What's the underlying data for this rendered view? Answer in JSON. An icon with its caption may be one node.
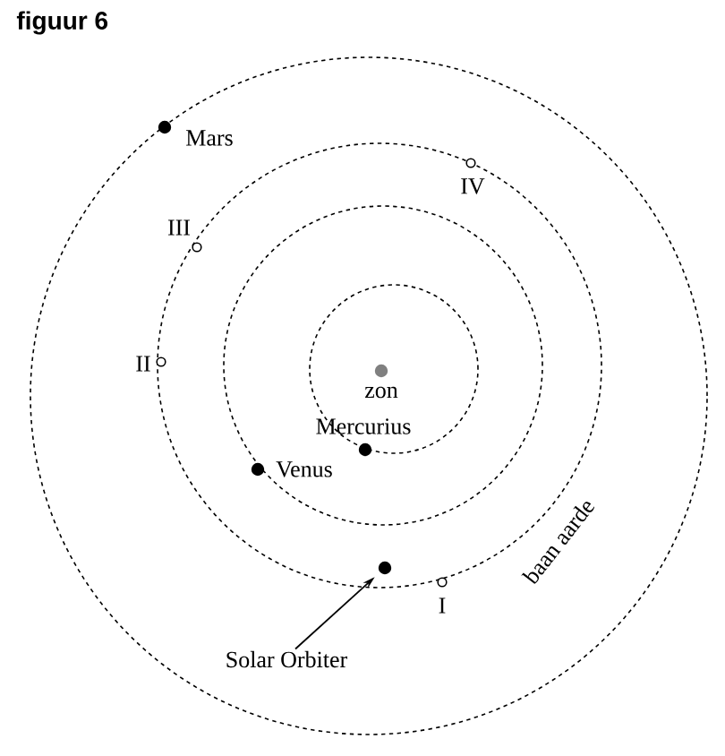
{
  "diagram": {
    "title": "figuur 6",
    "nodes": [
      {
        "text": [],
        "shape": "circle",
        "beside": [
          "zon"
        ]
      },
      {
        "text": [],
        "shape": "circle",
        "beside": [
          "Mercurius"
        ]
      },
      {
        "text": [],
        "shape": "circle",
        "beside": [
          "Venus"
        ]
      },
      {
        "text": [],
        "shape": "circle",
        "beside": [
          "Mars"
        ]
      },
      {
        "text": [],
        "shape": "circle",
        "beside": [
          "IV"
        ]
      },
      {
        "text": [],
        "shape": "circle",
        "beside": [
          "III"
        ]
      },
      {
        "text": [],
        "shape": "circle",
        "beside": [
          "II"
        ]
      },
      {
        "text": [],
        "shape": "circle",
        "beside": [
          "I"
        ]
      },
      {
        "text": [],
        "shape": "circle"
      },
      {
        "text": [
          "Solar Orbiter"
        ]
      }
    ],
    "edges": [
      {
        "from": 9,
        "to": 8,
        "arrow": "to"
      }
    ],
    "labels": [
      "baan aarde"
    ]
  }
}
